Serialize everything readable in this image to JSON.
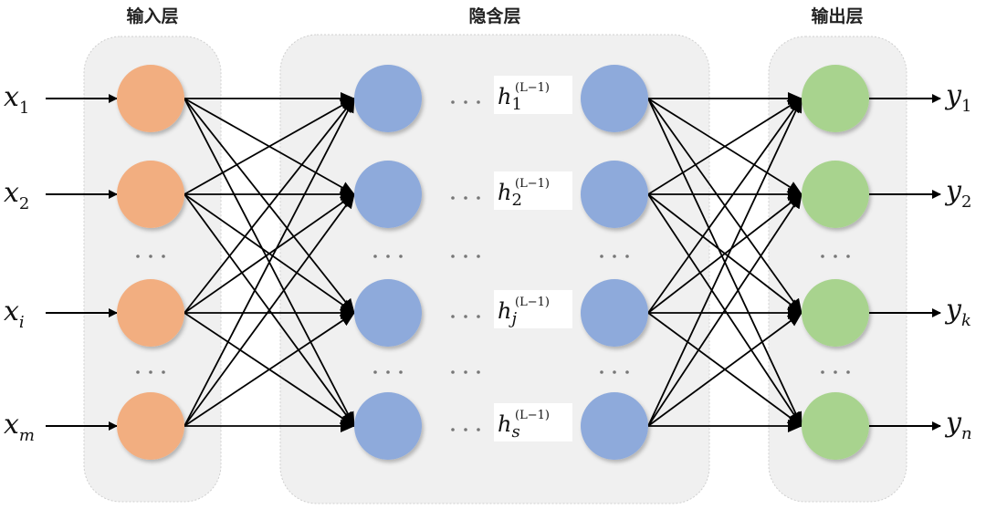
{
  "layers": {
    "input": {
      "title": "输入层",
      "color": "#f2ae80"
    },
    "hidden": {
      "title": "隐含层",
      "color": "#8eaadb"
    },
    "output": {
      "title": "输出层",
      "color": "#a8d38e"
    }
  },
  "inputs": [
    {
      "base": "x",
      "sub": "1"
    },
    {
      "base": "x",
      "sub": "2"
    },
    {
      "base": "x",
      "sub": "i"
    },
    {
      "base": "x",
      "sub": "m"
    }
  ],
  "outputs": [
    {
      "base": "y",
      "sub": "1"
    },
    {
      "base": "y",
      "sub": "2"
    },
    {
      "base": "y",
      "sub": "k"
    },
    {
      "base": "y",
      "sub": "n"
    }
  ],
  "hidden_labels": [
    {
      "base": "h",
      "sub": "1",
      "sup": "(L−1)"
    },
    {
      "base": "h",
      "sub": "2",
      "sup": "(L−1)"
    },
    {
      "base": "h",
      "sub": "j",
      "sup": "(L−1)"
    },
    {
      "base": "h",
      "sub": "s",
      "sup": "(L−1)"
    }
  ],
  "ellipsis": "· · ·"
}
